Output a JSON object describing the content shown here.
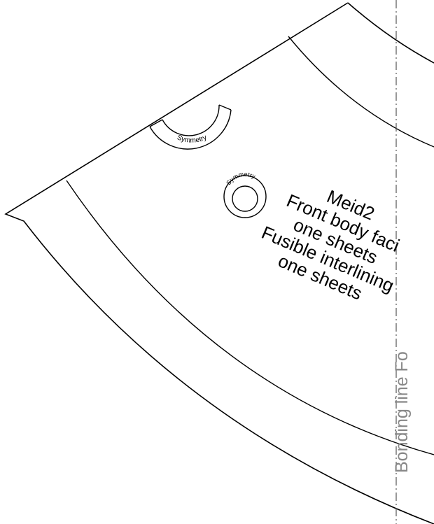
{
  "piece": {
    "name": "Meid2",
    "description": "Front body faci",
    "quantity": "one sheets",
    "interlining": "Fusible interlining",
    "interlining_quantity": "one sheets"
  },
  "axis": {
    "label": "Bonding line Fo"
  },
  "markers": {
    "drill_hole_label": "Symmetry",
    "notch_label": "Symmetry"
  },
  "colors": {
    "outline": "#000000",
    "axis": "#555555",
    "axis_text": "#888888"
  }
}
